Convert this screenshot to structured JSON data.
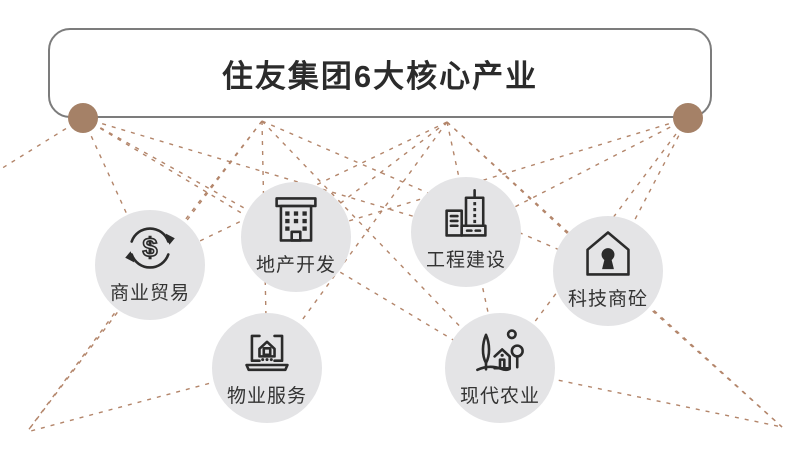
{
  "title": "住友集团6大核心产业",
  "colors": {
    "anchor_dot": "#a58167",
    "connector_line": "#b3856a",
    "node_fill": "#e4e4e6",
    "box_border": "#7c7c7c",
    "ink": "#2b2b2b"
  },
  "industries": [
    {
      "label": "商业贸易",
      "icon": "money-circulation-icon"
    },
    {
      "label": "地产开发",
      "icon": "office-building-icon"
    },
    {
      "label": "工程建设",
      "icon": "construction-buildings-icon"
    },
    {
      "label": "科技商砼",
      "icon": "house-keyhole-icon"
    },
    {
      "label": "物业服务",
      "icon": "laptop-home-icon"
    },
    {
      "label": "现代农业",
      "icon": "farm-landscape-icon"
    }
  ],
  "icon_glyphs": {
    "dollar": "$"
  }
}
